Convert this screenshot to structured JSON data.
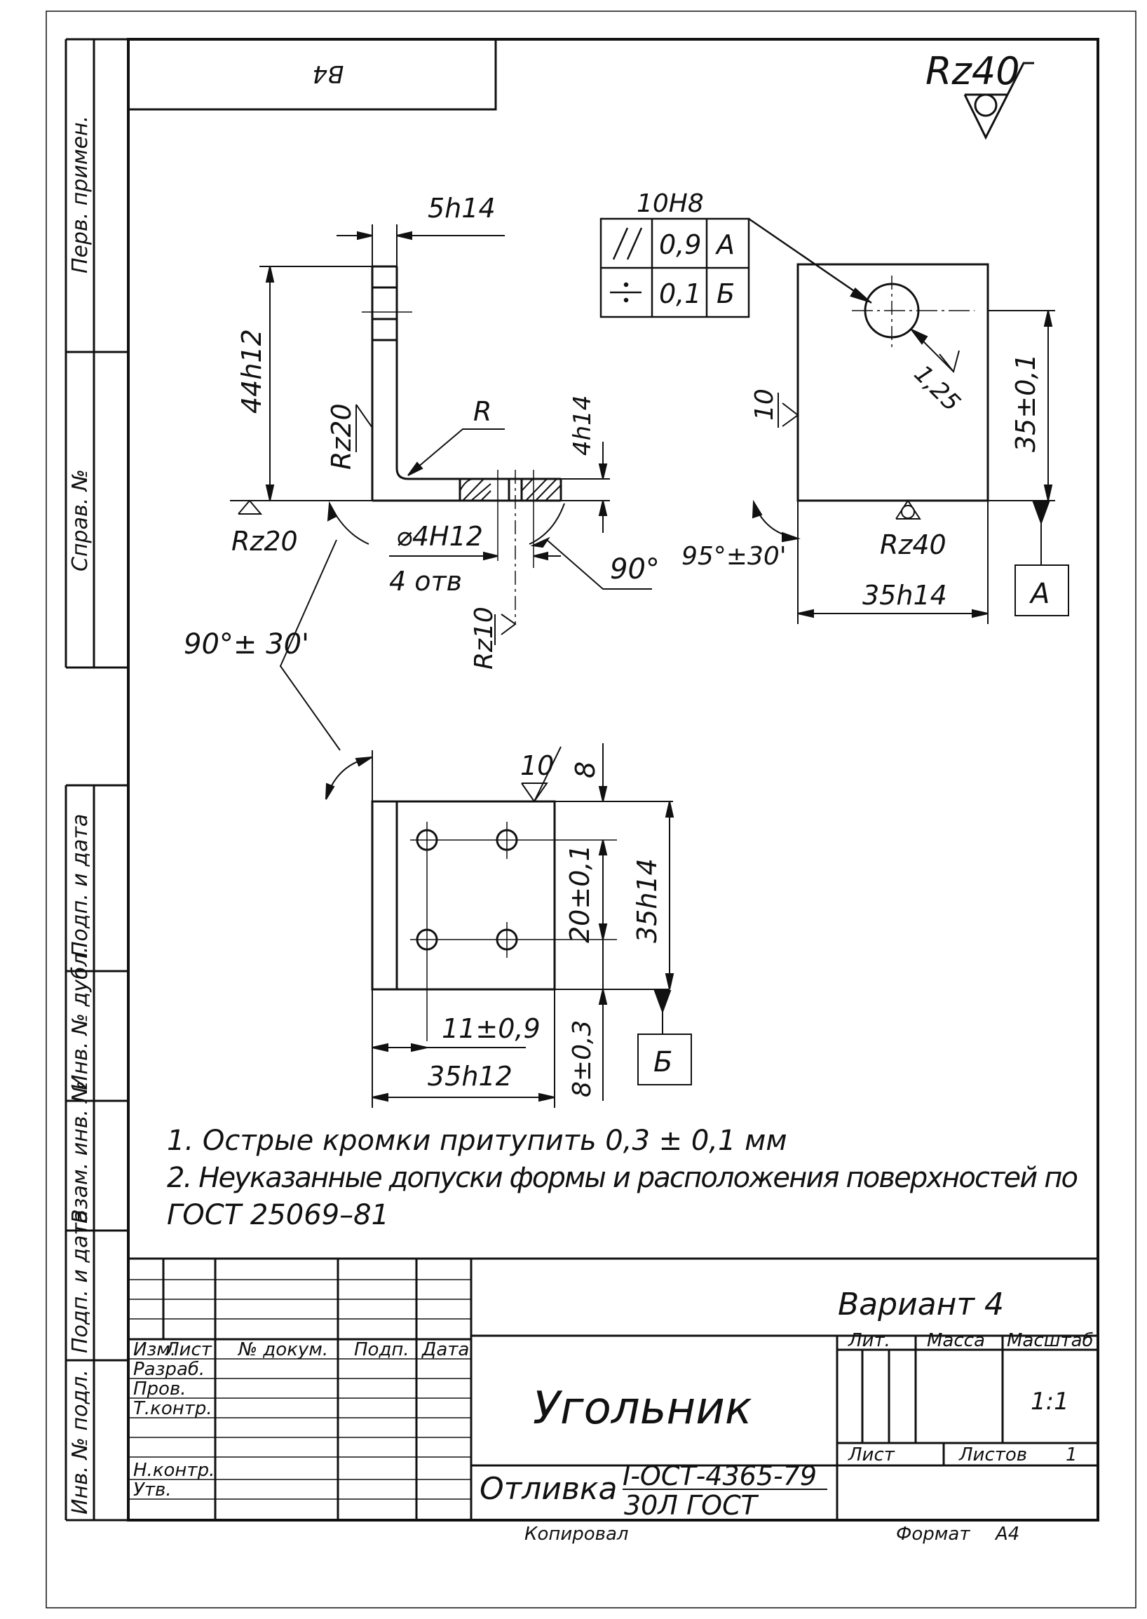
{
  "stamp": "B4",
  "roughness_general": "Rz40",
  "side_labels": [
    "Перв. примен.",
    "Справ. №",
    "Подп. и дата",
    "Инв. № дубл.",
    "Взам. инв. №",
    "Подп. и дата",
    "Инв. № подл."
  ],
  "dims": {
    "d_5h14": "5h14",
    "d_44h12": "44h12",
    "rz20_v": "Rz20",
    "r_label": "R",
    "d_4h14": "4h14",
    "rz20_h": "Rz20",
    "hole_dim": "⌀4H12",
    "holes_count": "4 отв",
    "angle_90": "90°",
    "angle_90_30": "90°± 30'",
    "rz10_v": "Rz10",
    "tol_size": "10H8",
    "tol_row1_val": "0,9",
    "tol_row1_base": "A",
    "tol_row2_val": "0,1",
    "tol_row2_base": "Б",
    "rough_10_left": "10",
    "rough_125": "1,25",
    "d_35_01": "35±0,1",
    "angle_95": "95°±30'",
    "rz40_bottom": "Rz40",
    "d_35h14": "35h14",
    "datum_a": "A",
    "rough_10_top": "10",
    "d_8": "8",
    "d_20_01": "20±0,1",
    "d_35h14_v": "35h14",
    "d_11_09": "11±0,9",
    "d_35h12": "35h12",
    "d_8_03": "8±0,3",
    "datum_b": "Б"
  },
  "notes": [
    "1. Острые кромки притупить 0,3 ± 0,1 мм",
    "2. Неуказанные допуски формы и расположения поверхностей по",
    "ГОСТ 25069–81"
  ],
  "title_block": {
    "variant": "Вариант 4",
    "col_izm": "Изм.",
    "col_list": "Лист",
    "col_doc": "№ докум.",
    "col_podp": "Подп.",
    "col_data": "Дата",
    "razrab": "Разраб.",
    "prov": "Пров.",
    "tkontr": "Т.контр.",
    "nkontr": "Н.контр.",
    "utv": "Утв.",
    "name": "Угольник",
    "lit": "Лит.",
    "massa": "Масса",
    "masshtab": "Масштаб",
    "scale": "1:1",
    "sheet": "Лист",
    "sheets": "Листов",
    "sheets_count": "1",
    "material_prefix": "Отливка",
    "material_line1": "I-ОСТ-4365-79",
    "material_line2": "30Л ГОСТ"
  },
  "footer": {
    "copied": "Копировал",
    "format_label": "Формат",
    "format": "A4"
  }
}
